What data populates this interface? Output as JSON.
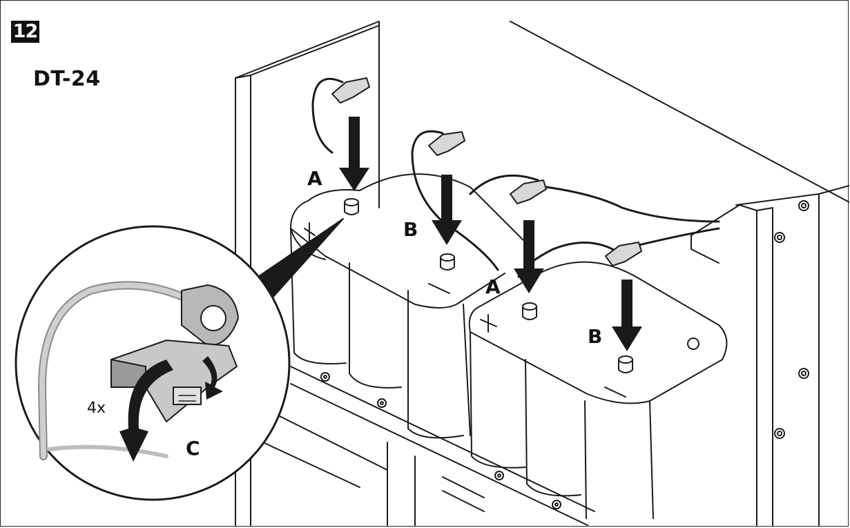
{
  "figure": {
    "step_number": "12",
    "model": "DT-24",
    "callouts": {
      "a1": "A",
      "b1": "B",
      "a2": "A",
      "b2": "B",
      "c": "C"
    },
    "repeat_count": "4x"
  },
  "colors": {
    "line": "#1a1a1a",
    "arrow": "#1a1a1a",
    "terminal_lug": "#a8a8a8",
    "paper": "#ffffff"
  }
}
